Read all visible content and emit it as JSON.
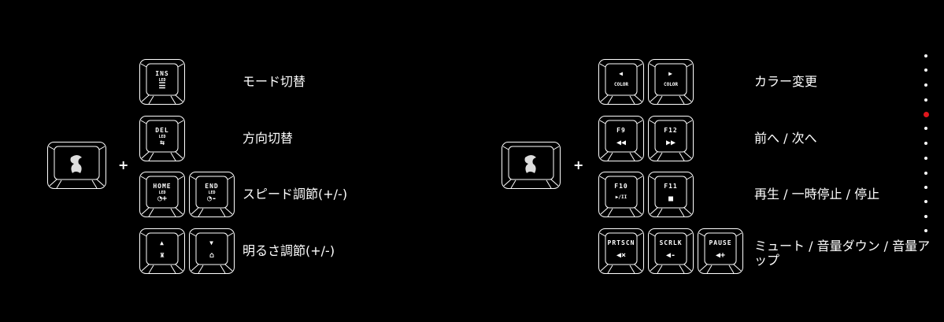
{
  "left": {
    "plus": "+",
    "rows": [
      {
        "label": "モード切替",
        "keys": [
          {
            "top": "INS",
            "mid": "LED",
            "icon": "☰",
            "icon_name": "menu-icon"
          }
        ]
      },
      {
        "label": "方向切替",
        "keys": [
          {
            "top": "DEL",
            "mid": "LED",
            "icon": "⇆",
            "icon_name": "direction-icon"
          }
        ]
      },
      {
        "label": "スピード調節(+/-)",
        "keys": [
          {
            "top": "HOME",
            "mid": "LED",
            "icon": "◔+",
            "icon_name": "speed-up-icon"
          },
          {
            "top": "END",
            "mid": "LED",
            "icon": "◔-",
            "icon_name": "speed-down-icon"
          }
        ]
      },
      {
        "label": "明るさ調節(+/-)",
        "keys": [
          {
            "top": "▲",
            "mid": "",
            "icon": "♜",
            "icon_name": "brightness-up-icon"
          },
          {
            "top": "▼",
            "mid": "",
            "icon": "⌂",
            "icon_name": "brightness-down-icon"
          }
        ]
      }
    ]
  },
  "right": {
    "plus": "+",
    "rows": [
      {
        "label": "カラー変更",
        "keys": [
          {
            "top": "◀",
            "mid": "",
            "icon": "COLOR",
            "icon_name": "color-prev-icon"
          },
          {
            "top": "▶",
            "mid": "",
            "icon": "COLOR",
            "icon_name": "color-next-icon"
          }
        ]
      },
      {
        "label": "前へ / 次へ",
        "keys": [
          {
            "top": "F9",
            "mid": "",
            "icon": "◀◀",
            "icon_name": "rewind-icon"
          },
          {
            "top": "F12",
            "mid": "",
            "icon": "▶▶",
            "icon_name": "fast-forward-icon"
          }
        ]
      },
      {
        "label": "再生 / 一時停止 / 停止",
        "keys": [
          {
            "top": "F10",
            "mid": "",
            "icon": "▶/II",
            "icon_name": "play-pause-icon"
          },
          {
            "top": "F11",
            "mid": "",
            "icon": "■",
            "icon_name": "stop-icon"
          }
        ]
      },
      {
        "label": "ミュート / 音量ダウン / 音量アップ",
        "keys": [
          {
            "top": "PRTSCN",
            "mid": "",
            "icon": "◀×",
            "icon_name": "mute-icon"
          },
          {
            "top": "SCRLK",
            "mid": "",
            "icon": "◀-",
            "icon_name": "volume-down-icon"
          },
          {
            "top": "PAUSE",
            "mid": "",
            "icon": "◀+",
            "icon_name": "volume-up-icon"
          }
        ]
      }
    ]
  },
  "pager": {
    "count": 13,
    "active": 5
  }
}
